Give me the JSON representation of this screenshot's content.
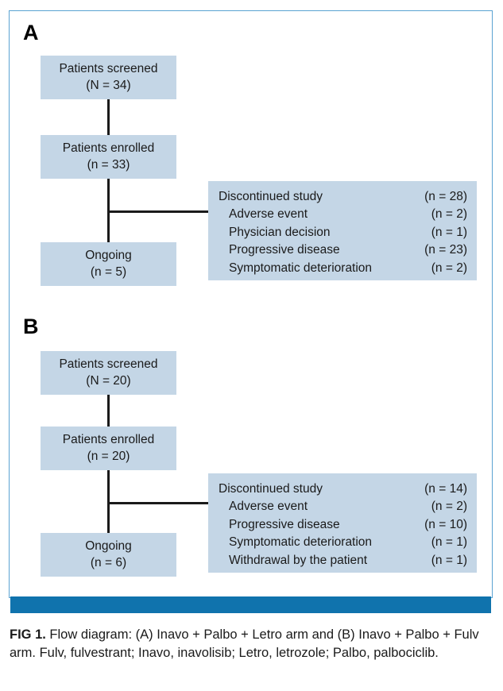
{
  "figure": {
    "caption_label": "FIG 1.",
    "caption_text": " Flow diagram: (A) Inavo + Palbo + Letro arm and (B) Inavo + Palbo + Fulv arm. Fulv, fulvestrant; Inavo, inavolisib; Letro, letrozole; Palbo, palbociclib.",
    "frame_border_color": "#5aa3d2",
    "accent_bar_color": "#1073ad",
    "box_fill_color": "#c4d6e6",
    "connector_color": "#1a1a1a"
  },
  "panels": [
    {
      "letter": "A",
      "boxes": {
        "screened": {
          "line1": "Patients screened",
          "line2": "(N = 34)"
        },
        "enrolled": {
          "line1": "Patients enrolled",
          "line2": "(n = 33)"
        },
        "ongoing": {
          "line1": "Ongoing",
          "line2": "(n = 5)"
        }
      },
      "discontinued": {
        "rows": [
          {
            "label": "Discontinued study",
            "count": "(n = 28)",
            "sub": false
          },
          {
            "label": "Adverse event",
            "count": "(n = 2)",
            "sub": true
          },
          {
            "label": "Physician decision",
            "count": "(n = 1)",
            "sub": true
          },
          {
            "label": "Progressive disease",
            "count": "(n = 23)",
            "sub": true
          },
          {
            "label": "Symptomatic deterioration",
            "count": "(n = 2)",
            "sub": true
          }
        ]
      }
    },
    {
      "letter": "B",
      "boxes": {
        "screened": {
          "line1": "Patients screened",
          "line2": "(N = 20)"
        },
        "enrolled": {
          "line1": "Patients enrolled",
          "line2": "(n = 20)"
        },
        "ongoing": {
          "line1": "Ongoing",
          "line2": "(n = 6)"
        }
      },
      "discontinued": {
        "rows": [
          {
            "label": "Discontinued study",
            "count": "(n = 14)",
            "sub": false
          },
          {
            "label": "Adverse event",
            "count": "(n = 2)",
            "sub": true
          },
          {
            "label": "Progressive disease",
            "count": "(n = 10)",
            "sub": true
          },
          {
            "label": "Symptomatic deterioration",
            "count": "(n = 1)",
            "sub": true
          },
          {
            "label": "Withdrawal by the patient",
            "count": "(n = 1)",
            "sub": true
          }
        ]
      }
    }
  ]
}
